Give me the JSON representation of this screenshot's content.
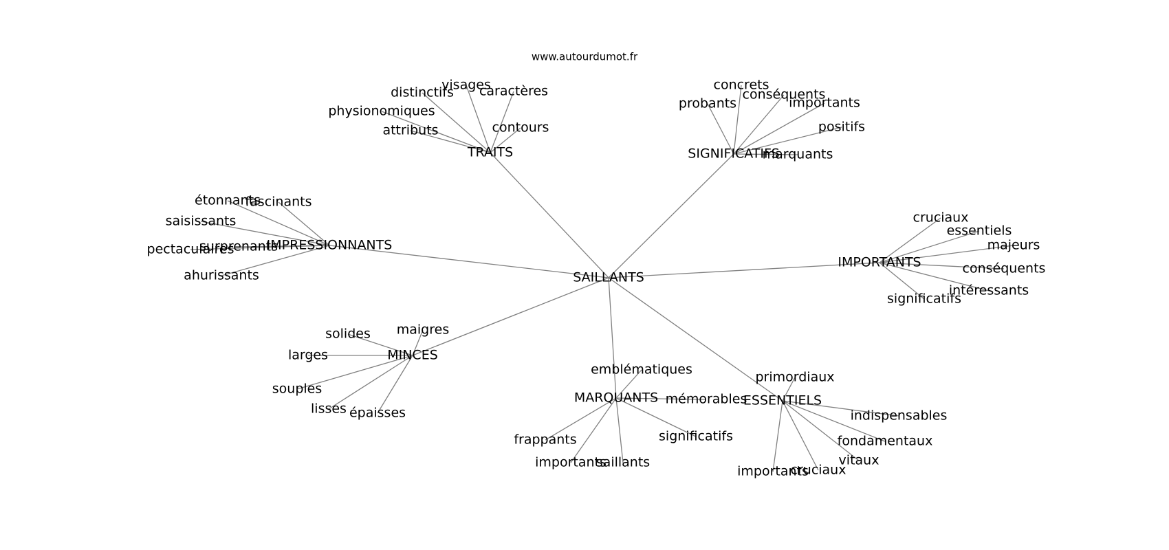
{
  "header": {
    "site": "www.autourdumot.fr"
  },
  "graph": {
    "center": "SAILLANTS",
    "branches": [
      {
        "hub": "TRAITS",
        "leaves": [
          "distinctifs",
          "visages",
          "caractères",
          "physionomiques",
          "attributs",
          "contours"
        ]
      },
      {
        "hub": "SIGNIFICATIFS",
        "leaves": [
          "concrets",
          "conséquents",
          "probants",
          "importants",
          "positifs",
          "marquants"
        ]
      },
      {
        "hub": "IMPRESSIONNANTS",
        "leaves": [
          "étonnants",
          "fascinants",
          "saisissants",
          "pectaculaires",
          "surprenants",
          "ahurissants"
        ]
      },
      {
        "hub": "IMPORTANTS",
        "leaves": [
          "cruciaux",
          "essentiels",
          "majeurs",
          "conséquents",
          "intéressants",
          "significatifs"
        ]
      },
      {
        "hub": "MINCES",
        "leaves": [
          "solides",
          "maigres",
          "larges",
          "souples",
          "lisses",
          "épaisses"
        ]
      },
      {
        "hub": "MARQUANTS",
        "leaves": [
          "emblématiques",
          "mémorables",
          "frappants",
          "importants",
          "saillants",
          "significatifs"
        ]
      },
      {
        "hub": "ESSENTIELS",
        "leaves": [
          "primordiaux",
          "indispensables",
          "fondamentaux",
          "vitaux",
          "importants",
          "cruciaux"
        ]
      }
    ]
  }
}
